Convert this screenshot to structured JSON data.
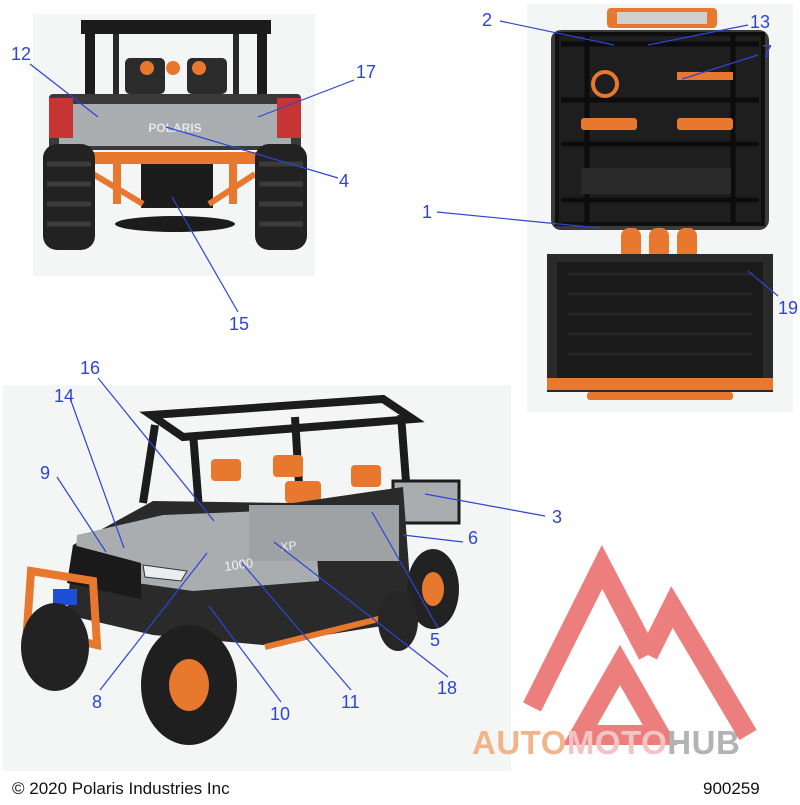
{
  "callouts": {
    "c1": "1",
    "c2": "2",
    "c3": "3",
    "c4": "4",
    "c5": "5",
    "c6": "6",
    "c7": "7",
    "c8": "8",
    "c9": "9",
    "c10": "10",
    "c11": "11",
    "c12": "12",
    "c13": "13",
    "c14": "14",
    "c15": "15",
    "c16": "16",
    "c17": "17",
    "c18": "18",
    "c19": "19"
  },
  "footer": {
    "copyright": "© 2020 Polaris Industries Inc",
    "part_number": "900259"
  },
  "watermark": {
    "part1": "AUTO",
    "part2": "MOTO",
    "part3": "HUB",
    "colors": {
      "auto": "#f2b48a",
      "moto": "#f2c4c4",
      "hub": "#b3b3b3",
      "mark": "#e85a5a"
    }
  },
  "vehicle_text": {
    "brand": "POLARIS",
    "model": "1000",
    "trim": "XP"
  },
  "colors": {
    "callout": "#2d45d6",
    "accent_orange": "#e8782e",
    "body_gray": "#a9adb0",
    "frame_black": "#1c1c1c"
  }
}
